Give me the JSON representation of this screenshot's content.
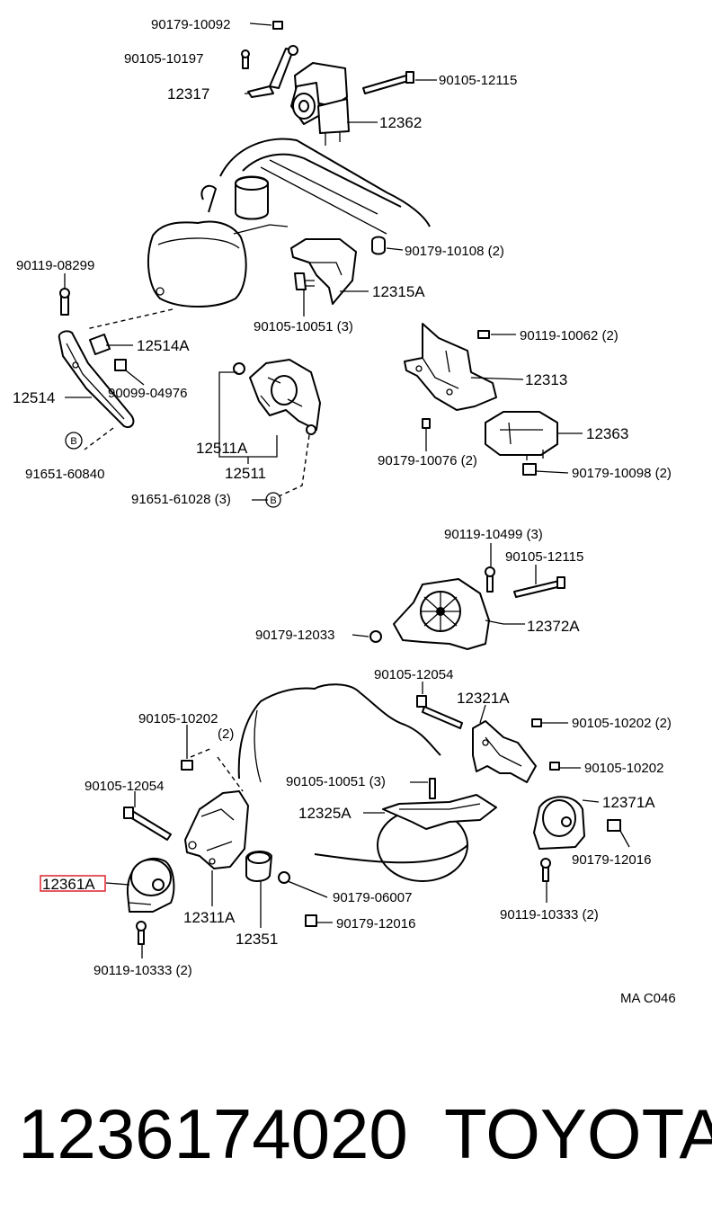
{
  "labels": {
    "p90179_10092": "90179-10092",
    "p90105_10197": "90105-10197",
    "p12317": "12317",
    "p90105_12115_top": "90105-12115",
    "p12362": "12362",
    "p90179_10108": "90179-10108 (2)",
    "p90119_08299": "90119-08299",
    "p12315A": "12315A",
    "p90105_10051_top": "90105-10051 (3)",
    "p12514A": "12514A",
    "p90119_10062": "90119-10062 (2)",
    "p90099_04976": "90099-04976",
    "p12313": "12313",
    "p12514": "12514",
    "p12363": "12363",
    "p12511A": "12511A",
    "p91651_60840": "91651-60840",
    "p90179_10076": "90179-10076 (2)",
    "p90179_10098": "90179-10098 (2)",
    "p12511": "12511",
    "p91651_61028": "91651-61028 (3)",
    "p90119_10499": "90119-10499 (3)",
    "p90105_12115_mid": "90105-12115",
    "p12372A": "12372A",
    "p90179_12033": "90179-12033",
    "p90105_12054_top": "90105-12054",
    "p12321A": "12321A",
    "p90105_10202_left": "90105-10202",
    "p90105_10202_left_qty": "(2)",
    "p90105_10202_right2": "90105-10202 (2)",
    "p90105_10051_bot": "90105-10051 (3)",
    "p90105_10202_right": "90105-10202",
    "p90105_12054_left": "90105-12054",
    "p12371A": "12371A",
    "p12325A": "12325A",
    "p90179_12016_right": "90179-12016",
    "p12361A": "12361A",
    "p90179_06007": "90179-06007",
    "p12311A": "12311A",
    "p90179_12016_bot": "90179-12016",
    "p90119_10333_right": "90119-10333 (2)",
    "p12351": "12351",
    "p90119_10333_left": "90119-10333 (2)",
    "ref_mark": "MA C046",
    "bolt_B1": "B",
    "bolt_B2": "B"
  },
  "footer": {
    "part_number": "1236174020",
    "brand": "TOYOTA"
  },
  "highlight_color": "#e0303a"
}
